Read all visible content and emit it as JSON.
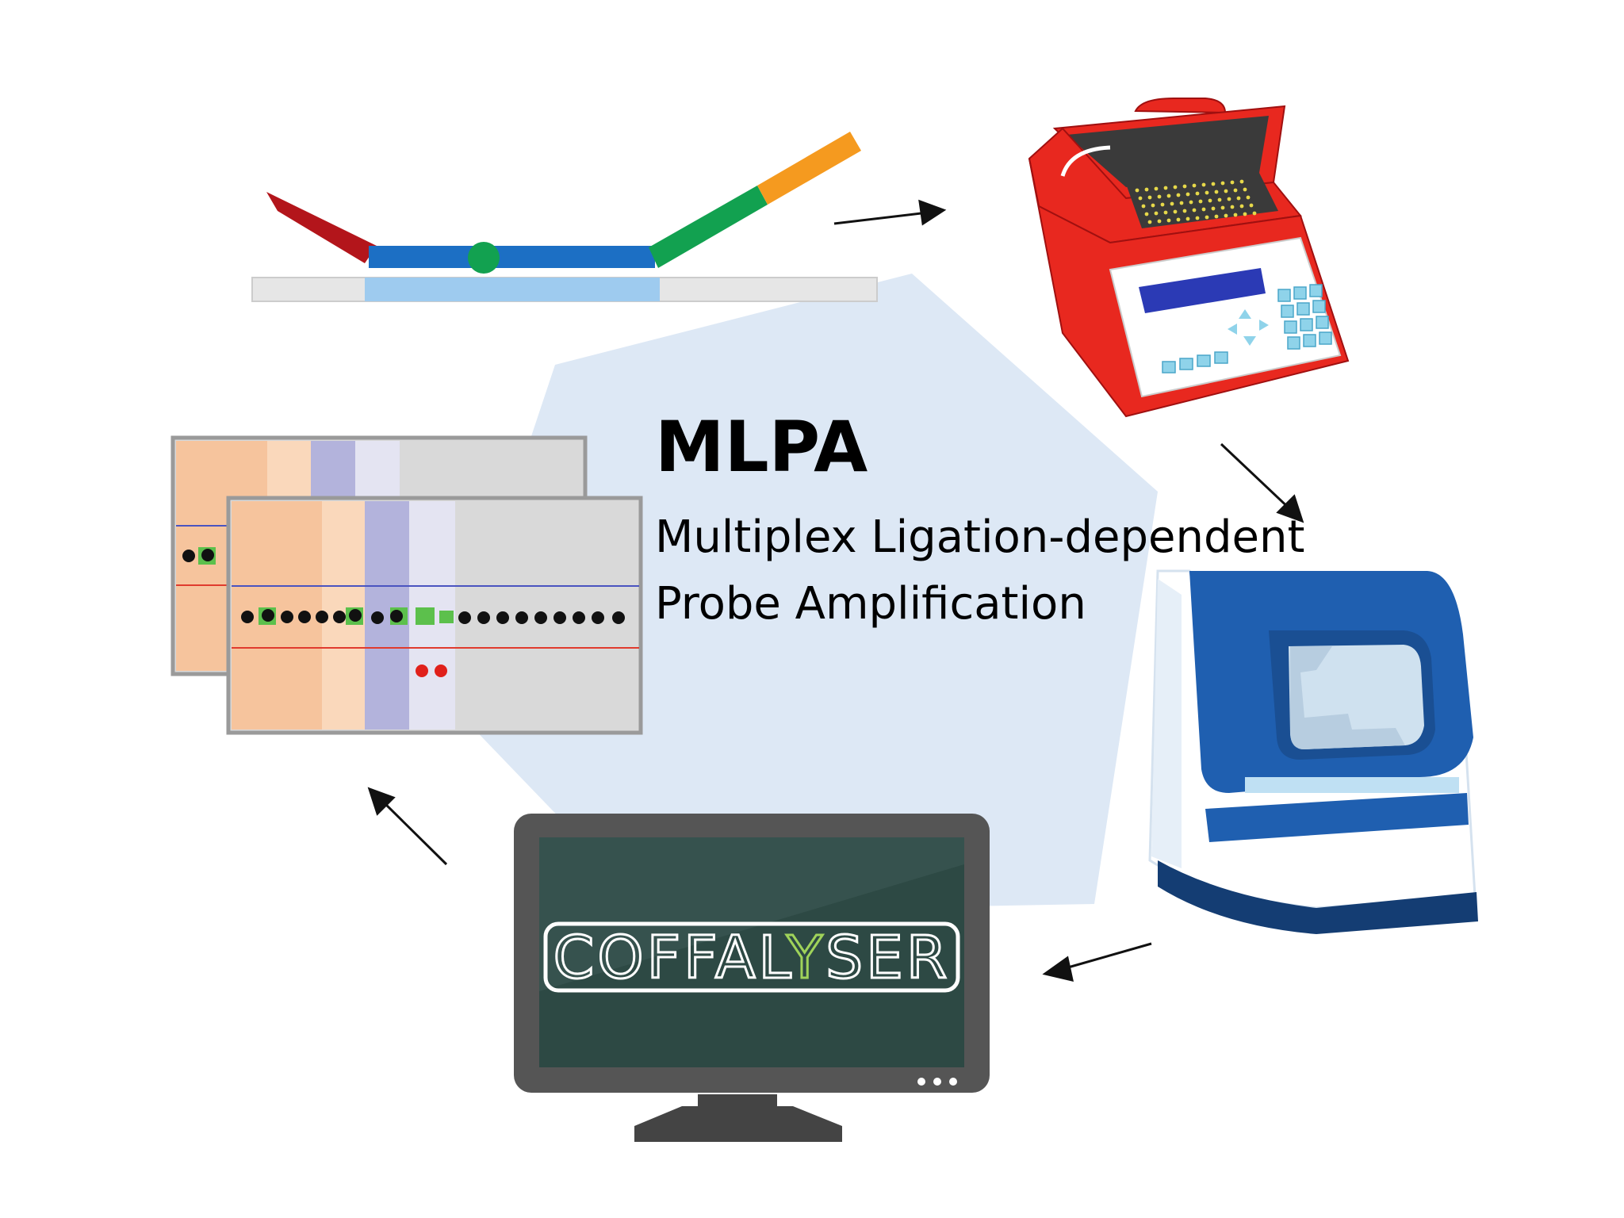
{
  "title": {
    "main": "MLPA",
    "line1": "Multiplex Ligation-dependent",
    "line2": "Probe Amplification"
  },
  "software": {
    "brand_before": "COFFAL",
    "brand_accent": "Y",
    "brand_after": "SER",
    "accent_color": "#9fd35a"
  },
  "colors": {
    "background_shape": "#dde8f5",
    "thermocycler": "#e8281f",
    "sequencer": "#1f5fb0",
    "probe_blue": "#1c6fc4",
    "probe_green": "#12a150",
    "probe_red": "#b3151b",
    "probe_orange": "#f59a1f"
  },
  "steps": [
    {
      "name": "probe-hybridization"
    },
    {
      "name": "pcr-thermocycler"
    },
    {
      "name": "capillary-electrophoresis"
    },
    {
      "name": "coffalyser-analysis"
    },
    {
      "name": "results-plot"
    }
  ]
}
